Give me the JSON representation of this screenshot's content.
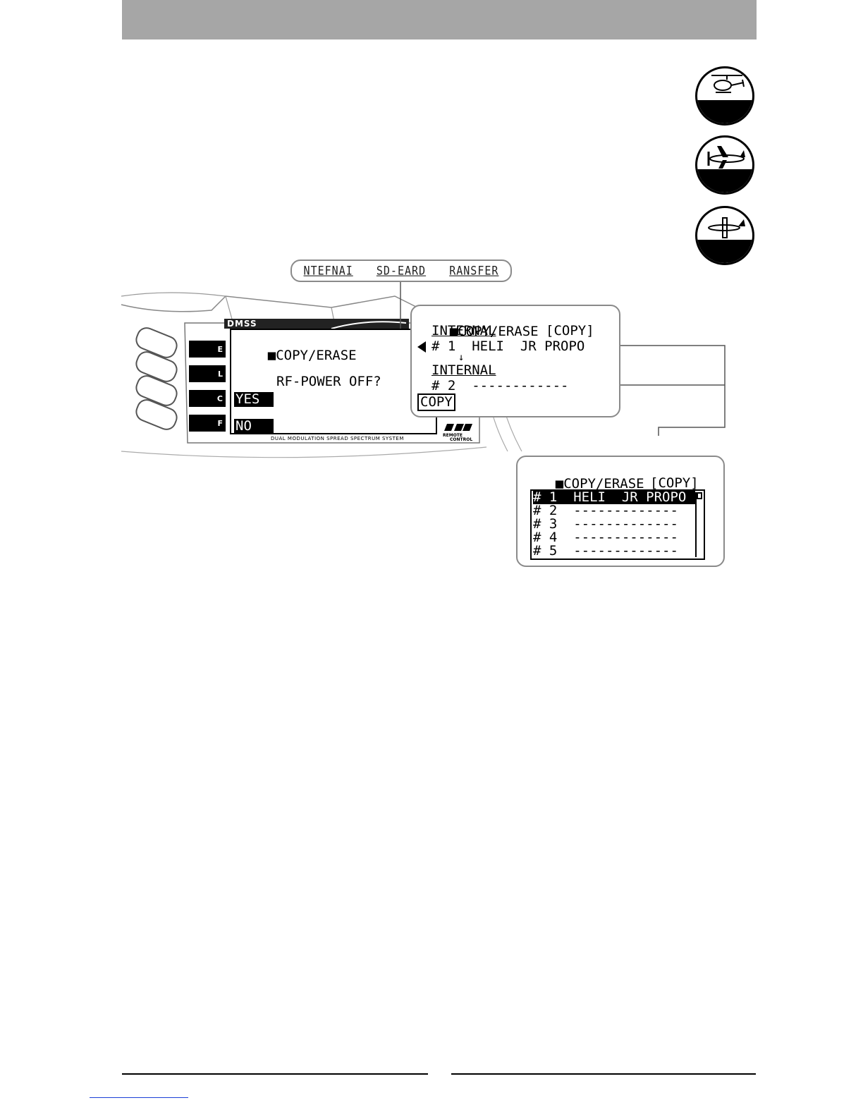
{
  "tabs": [
    "NTEFNAI",
    "SD-EARD",
    "RANSFER"
  ],
  "main_lcd": {
    "title": "COPY/ERASE",
    "prompt": "RF-POWER OFF?",
    "yes_label": "YES",
    "no_label": "NO"
  },
  "radio": {
    "brand": "DMSS",
    "keys": [
      "E",
      "L",
      "C",
      "F"
    ],
    "footer_text": "DUAL MODULATION SPREAD SPECTRUM SYSTEM",
    "logo_text_1": "REMOTE",
    "logo_text_2": "CONTROL"
  },
  "copy_callout": {
    "title": "COPY/ERASE",
    "source_label": "INTERNAL",
    "mode_label": "[COPY]",
    "source_model": "# 1  HELI  JR PROPO",
    "arrow": "↓",
    "dest_label": "INTERNAL",
    "dest_model": "# 2  ------------",
    "copy_button": "COPY"
  },
  "list_callout": {
    "title": "COPY/ERASE",
    "mode_label": "[COPY]",
    "rows": [
      "# 1  HELI  JR PROPO",
      "# 2  -------------",
      "# 3  -------------",
      "# 4  -------------",
      "# 5  -------------"
    ]
  },
  "badges": [
    "helicopter-icon",
    "airplane-icon",
    "glider-icon"
  ]
}
